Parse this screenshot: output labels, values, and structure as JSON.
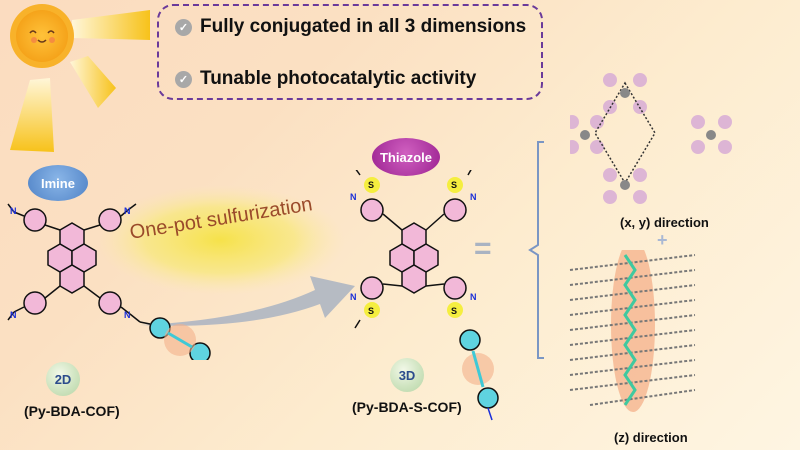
{
  "features": [
    {
      "icon": "check-circle-icon",
      "text": "Fully conjugated in all 3 dimensions"
    },
    {
      "icon": "check-circle-icon",
      "text": "Tunable photocatalytic activity"
    }
  ],
  "left_structure": {
    "linkage_label": "Imine",
    "dimension_badge": "2D",
    "name": "(Py-BDA-COF)"
  },
  "reaction": {
    "label": "One-pot sulfurization"
  },
  "right_structure": {
    "linkage_label": "Thiazole",
    "dimension_badge": "3D",
    "name": "(Py-BDA-S-COF)",
    "atoms": {
      "sulfur": "S",
      "nitrogen": "N"
    }
  },
  "equals_sign": "=",
  "plus_sign": "+",
  "views": [
    {
      "label": "(x, y) direction"
    },
    {
      "label": "(z) direction"
    }
  ],
  "colors": {
    "imine_pill": "#5b8fd0",
    "thiazole_pill": "#b0309a",
    "border_dashed": "#6a3a9a",
    "aromatic_pink": "#f2b8d8",
    "aromatic_cyan": "#5fd3e0",
    "sulfur_yellow": "#f4ee30",
    "nitrogen_blue": "#1a2ed8",
    "highlight_orange": "#f4b08a",
    "arrow_gray": "#a9b3c2"
  }
}
